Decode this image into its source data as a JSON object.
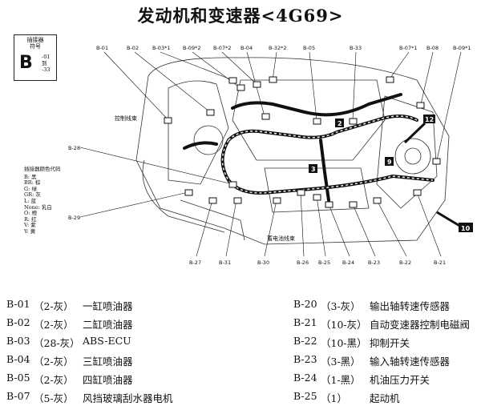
{
  "title": "发动机和变速器<4G69>",
  "reference": {
    "title_line1": "插接器",
    "title_line2": "符号",
    "letter": "B",
    "num1": "-01",
    "num2": "到",
    "num3": "-33"
  },
  "color_legend": {
    "title": "插接器颜色代码",
    "items": [
      "B: 黑",
      "BR: 棕",
      "G: 绿",
      "GR: 灰",
      "L: 蓝",
      "None: 乳白",
      "O: 橙",
      "R: 红",
      "V: 紫",
      "Y: 黄"
    ]
  },
  "diagram": {
    "harness_control": "控制线束",
    "harness_battery": "蓄电池线束",
    "top_labels": [
      "B-01",
      "B-02",
      "B-03*1",
      "B-09*2",
      "B-07*2",
      "B-04",
      "B-32*2",
      "B-05",
      "B-33",
      "B-07*1",
      "B-08",
      "B-09*1"
    ],
    "side_labels": [
      "B-28",
      "B-29"
    ],
    "bottom_labels": [
      "B-27",
      "B-31",
      "B-30",
      "B-26",
      "B-25",
      "B-24",
      "B-23",
      "B-22",
      "B-21"
    ],
    "box_numbers": [
      "2",
      "3",
      "9",
      "12",
      "10"
    ]
  },
  "components_left": [
    {
      "code": "B-01",
      "spec": "（2-灰）",
      "name": "一缸喷油器"
    },
    {
      "code": "B-02",
      "spec": "（2-灰）",
      "name": "二缸喷油器"
    },
    {
      "code": "B-03",
      "spec": "（28-灰）",
      "name": "ABS-ECU"
    },
    {
      "code": "B-04",
      "spec": "（2-灰）",
      "name": "三缸喷油器"
    },
    {
      "code": "B-05",
      "spec": "（2-灰）",
      "name": "四缸喷油器"
    },
    {
      "code": "B-07",
      "spec": "（5-灰）",
      "name": "风挡玻璃刮水器电机"
    }
  ],
  "components_right": [
    {
      "code": "B-20",
      "spec": "（3-灰）",
      "name": "输出轴转速传感器"
    },
    {
      "code": "B-21",
      "spec": "（10-灰）",
      "name": "自动变速器控制电磁阀"
    },
    {
      "code": "B-22",
      "spec": "（10-黑）",
      "name": "抑制开关"
    },
    {
      "code": "B-23",
      "spec": "（3-黑）",
      "name": "输入轴转速传感器"
    },
    {
      "code": "B-24",
      "spec": "（1-黑）",
      "name": "机油压力开关"
    },
    {
      "code": "B-25",
      "spec": "（1）",
      "name": "起动机"
    }
  ]
}
